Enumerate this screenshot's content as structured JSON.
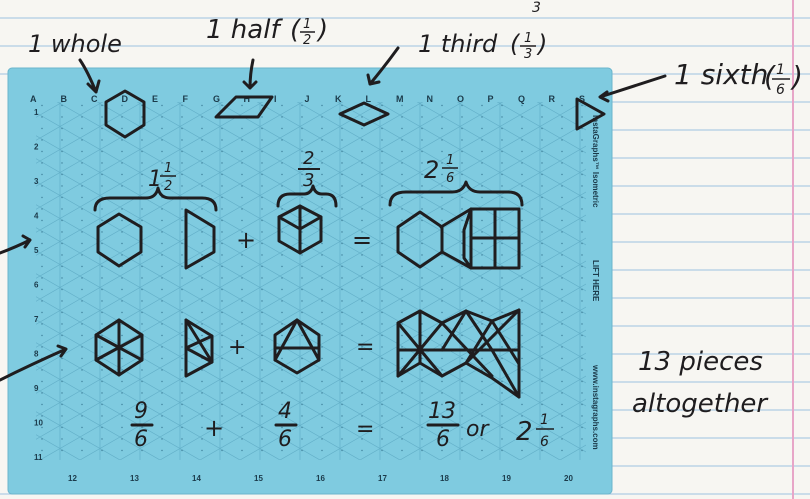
{
  "top_labels": {
    "whole": "1 whole",
    "half_text": "1 half",
    "half_num": "1",
    "half_den": "2",
    "third_text": "1 third",
    "third_num": "1",
    "third_den": "3",
    "sixth_text": "1 sixth",
    "sixth_num": "1",
    "sixth_den": "6",
    "stray_mark": "3"
  },
  "group_labels": {
    "one_half_whole": "1",
    "one_half_num": "1",
    "one_half_den": "2",
    "two_thirds_num": "2",
    "two_thirds_den": "3",
    "two_sixth_whole": "2",
    "two_sixth_num": "1",
    "two_sixth_den": "6"
  },
  "operators": {
    "plus": "+",
    "equals": "="
  },
  "fractions_row": {
    "nine_sixths_num": "9",
    "nine_sixths_den": "6",
    "four_sixths_num": "4",
    "four_sixths_den": "6",
    "thirteen_sixths_num": "13",
    "thirteen_sixths_den": "6",
    "or_text": "or",
    "mixed_whole": "2",
    "mixed_num": "1",
    "mixed_den": "6"
  },
  "notes": {
    "line1": "13 pieces",
    "line2": "altogether"
  },
  "grid": {
    "letters": [
      "A",
      "B",
      "C",
      "D",
      "E",
      "F",
      "G",
      "H",
      "I",
      "J",
      "K",
      "L",
      "M",
      "N",
      "O",
      "P",
      "Q",
      "R",
      "S"
    ],
    "row_numbers": [
      "1",
      "2",
      "3",
      "4",
      "5",
      "6",
      "7",
      "8",
      "9",
      "10",
      "11"
    ],
    "bottom_numbers": [
      "12",
      "13",
      "14",
      "15",
      "16",
      "17",
      "18",
      "19",
      "20"
    ],
    "brand": "InstaGraphs™ Isometric",
    "lift": "LIFT HERE",
    "url": "www.instagraphs.com"
  },
  "colors": {
    "paper": "#f7f6f2",
    "card": "#7fcbe0",
    "rule_blue": "#9ec3e0",
    "margin_pink": "#e7a6c8",
    "ink": "#1f1d1f"
  }
}
